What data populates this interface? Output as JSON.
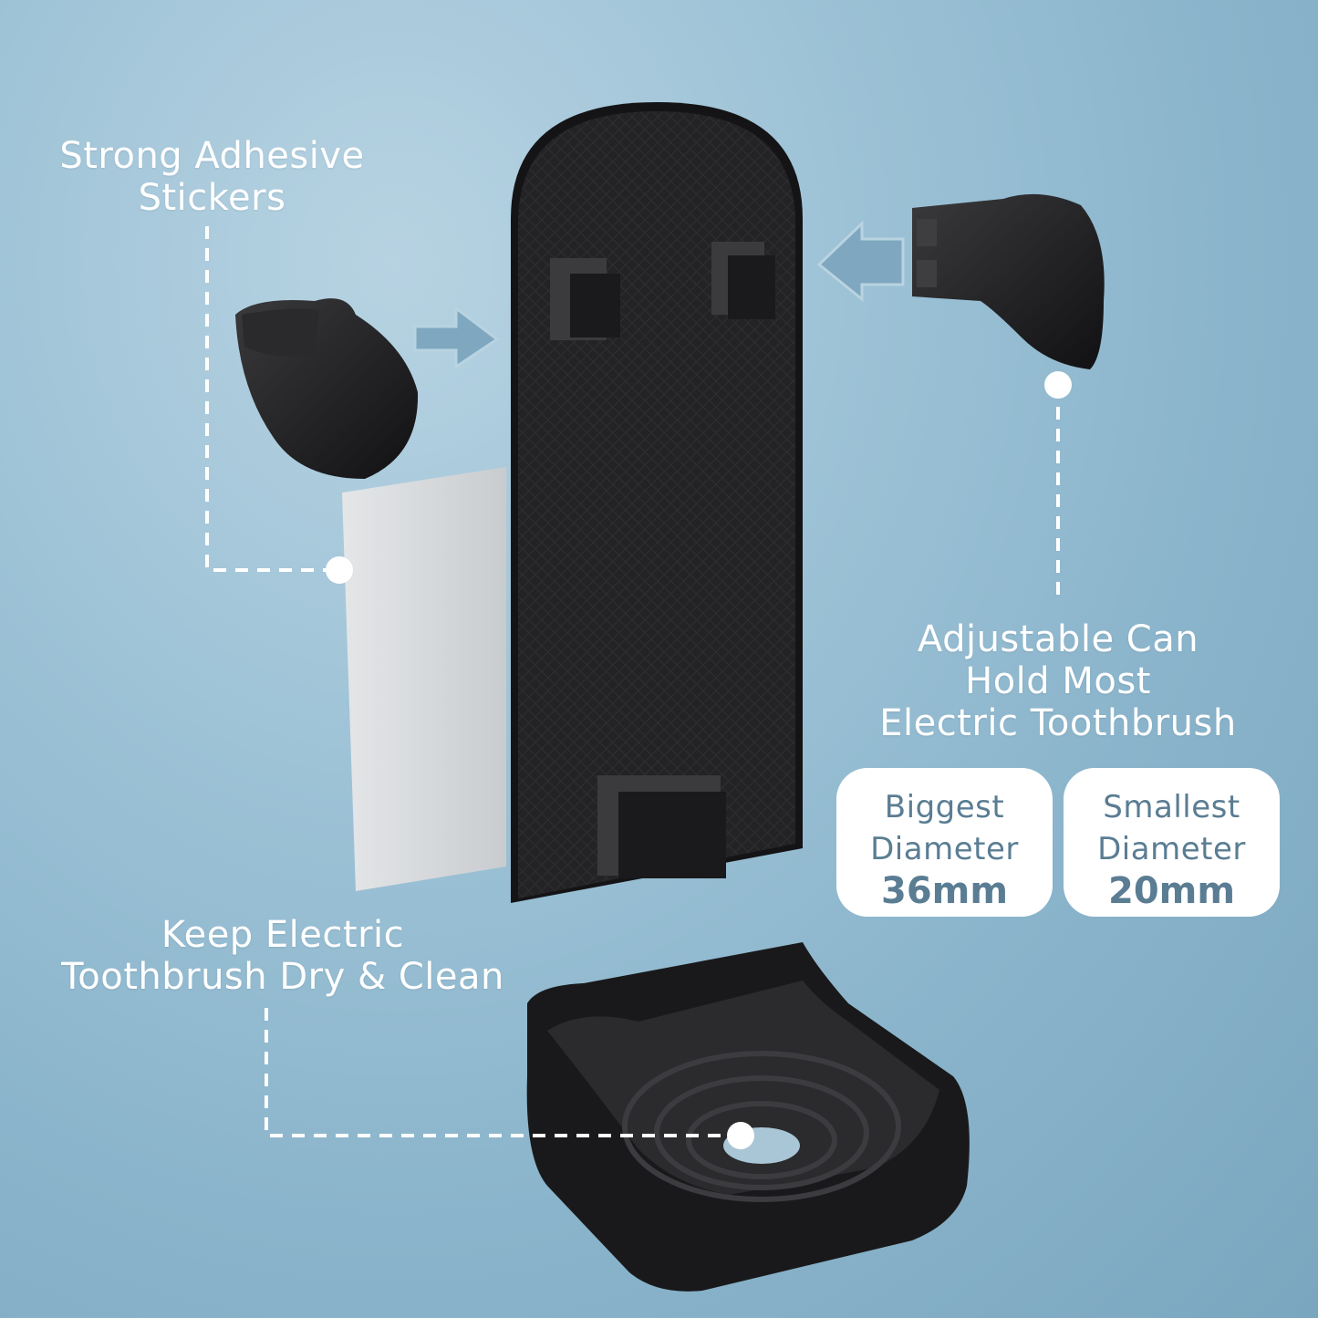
{
  "labels": {
    "adhesive": [
      "Strong Adhesive",
      "Stickers"
    ],
    "adjustable": [
      "Adjustable Can",
      "Hold Most",
      "Electric Toothbrush"
    ],
    "dry_clean": [
      "Keep Electric",
      "Toothbrush Dry & Clean"
    ]
  },
  "cards": {
    "biggest": {
      "line1": "Biggest",
      "line2": "Diameter",
      "value": "36mm"
    },
    "smallest": {
      "line1": "Smallest",
      "line2": "Diameter",
      "value": "20mm"
    }
  },
  "colors": {
    "accent_text": "#5a7d93",
    "product": "#1c1c1e",
    "arrow": "#7fa8c0"
  }
}
